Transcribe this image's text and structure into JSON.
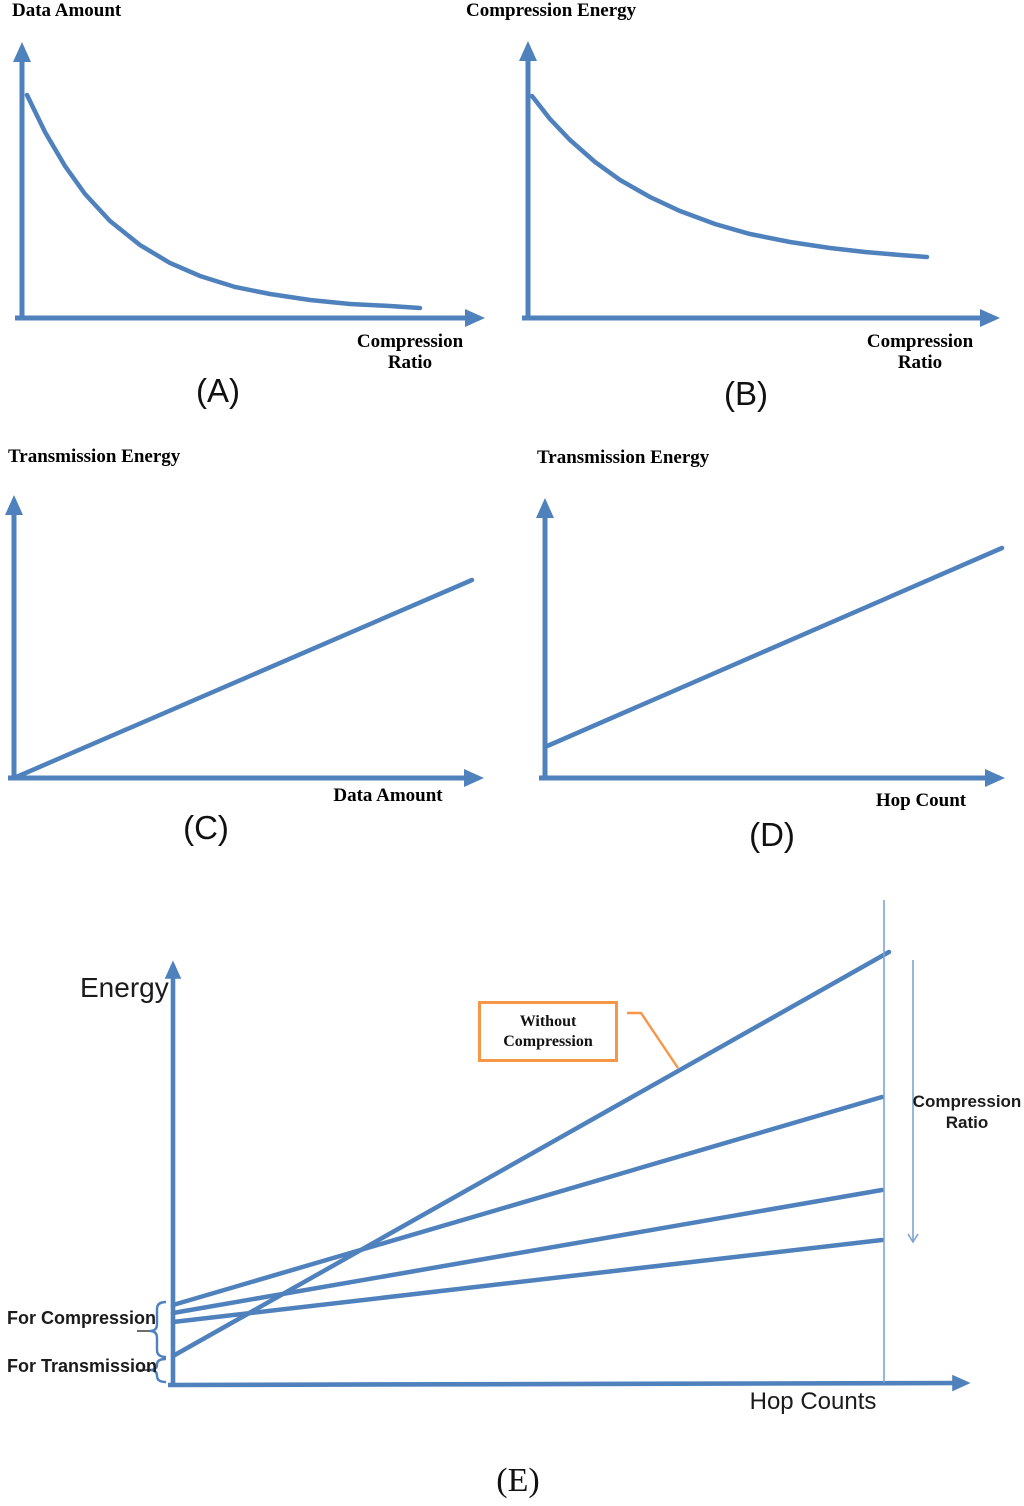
{
  "colors": {
    "accent_blue": "#4f81bd",
    "light_blue": "#7ea3d1",
    "orange": "#f79646",
    "label_black": "#1b1b1b",
    "tick_gray": "#3a3a3a"
  },
  "chart_data": [
    {
      "id": "A",
      "type": "line",
      "ylabel": "Data Amount",
      "xlabel": "Compression Ratio",
      "xlabel_lines": [
        "Compression",
        "Ratio"
      ],
      "caption": "(A)",
      "trend": "data amount decreases convexly toward zero as compression ratio increases",
      "axis_ticks": "none",
      "axis": {
        "origin": [
          22,
          318
        ],
        "x_start": 15,
        "x_end": [
          480,
          318
        ],
        "y_end": [
          22,
          47
        ],
        "width": 5
      },
      "series": [
        {
          "name": "data_amount_curve",
          "width": 4.5,
          "points": [
            [
              27,
              95
            ],
            [
              45,
              132
            ],
            [
              65,
              166
            ],
            [
              85,
              194
            ],
            [
              110,
              221
            ],
            [
              140,
              245
            ],
            [
              170,
              263
            ],
            [
              200,
              276
            ],
            [
              235,
              287
            ],
            [
              270,
              294
            ],
            [
              310,
              300
            ],
            [
              350,
              304
            ],
            [
              390,
              306
            ],
            [
              420,
              308
            ]
          ]
        }
      ]
    },
    {
      "id": "B",
      "type": "line",
      "ylabel": "Compression Energy",
      "xlabel": "Compression Ratio",
      "xlabel_lines": [
        "Compression",
        "Ratio"
      ],
      "caption": "(B)",
      "trend": "compression energy decreases convexly and levels off at a positive floor",
      "axis_ticks": "none",
      "axis": {
        "origin": [
          528,
          318
        ],
        "x_start": 522,
        "x_end": [
          995,
          318
        ],
        "y_end": [
          528,
          46
        ],
        "width": 5
      },
      "series": [
        {
          "name": "compression_energy_curve",
          "width": 4.5,
          "points": [
            [
              532,
              96
            ],
            [
              550,
              119
            ],
            [
              570,
              140
            ],
            [
              595,
              162
            ],
            [
              620,
              180
            ],
            [
              650,
              197
            ],
            [
              680,
              211
            ],
            [
              715,
              224
            ],
            [
              750,
              234
            ],
            [
              790,
              242
            ],
            [
              830,
              248
            ],
            [
              865,
              252
            ],
            [
              900,
              255
            ],
            [
              927,
              257
            ]
          ]
        }
      ]
    },
    {
      "id": "C",
      "type": "line",
      "ylabel": "Transmission Energy",
      "xlabel": "Data Amount",
      "caption": "(C)",
      "trend": "transmission energy grows linearly from the origin with data amount",
      "axis_ticks": "none",
      "axis": {
        "origin": [
          14,
          778
        ],
        "x_start": 8,
        "x_end": [
          479,
          778
        ],
        "y_end": [
          14,
          500
        ],
        "width": 5
      },
      "series": [
        {
          "name": "transmission_energy_line",
          "width": 4.5,
          "points": [
            [
              14,
              778
            ],
            [
              472,
              580
            ]
          ]
        }
      ]
    },
    {
      "id": "D",
      "type": "line",
      "ylabel": "Transmission Energy",
      "xlabel": "Hop Count",
      "caption": "(D)",
      "trend": "transmission energy grows linearly with hop count from a positive intercept",
      "axis_ticks": "none",
      "axis": {
        "origin": [
          545,
          778
        ],
        "x_start": 539,
        "x_end": [
          1000,
          778
        ],
        "y_end": [
          545,
          503
        ],
        "width": 5
      },
      "series": [
        {
          "name": "transmission_energy_line",
          "width": 4.5,
          "points": [
            [
              545,
              747
            ],
            [
              1002,
              548
            ]
          ]
        }
      ]
    },
    {
      "id": "E",
      "type": "line",
      "ylabel": "Energy",
      "xlabel": "Hop Counts",
      "caption": "(E)",
      "trend": "four straight energy-vs-hop-count lines: the uncompressed line starts lowest (transmission offset only) with steepest slope; increasing compression ratio raises the intercept (compression energy) and lowers the slope",
      "axis_ticks": "none",
      "axis": {
        "origin": [
          173,
          1385
        ],
        "x_start": 168,
        "x_end": [
          966,
          1383
        ],
        "y_end": [
          173,
          965
        ],
        "width": 4.6
      },
      "series": [
        {
          "name": "without_compression",
          "width": 4.5,
          "points": [
            [
              173,
              1356
            ],
            [
              889,
              952
            ]
          ]
        },
        {
          "name": "compressed_ratio_low",
          "width": 4.5,
          "points": [
            [
              173,
              1305
            ],
            [
              882,
              1097
            ]
          ]
        },
        {
          "name": "compressed_ratio_mid",
          "width": 4.5,
          "points": [
            [
              173,
              1313
            ],
            [
              882,
              1190
            ]
          ]
        },
        {
          "name": "compressed_ratio_high",
          "width": 4.5,
          "points": [
            [
              173,
              1322
            ],
            [
              882,
              1240
            ]
          ]
        }
      ],
      "annotations": {
        "callout": {
          "text": "Without Compression",
          "lines": [
            "Without",
            "Compression"
          ]
        },
        "arrow_label": {
          "text": "Compression Ratio",
          "lines": [
            "Compression",
            "Ratio"
          ]
        },
        "brace_top_label": "For Compression",
        "brace_bottom_label": "For Transmission"
      },
      "extras": {
        "vline": {
          "x": 884,
          "y1": 900,
          "y2": 1383,
          "width": 1.6
        },
        "down_arrow": {
          "x": 913,
          "y1": 960,
          "y2": 1242,
          "width": 1.6
        },
        "braces": [
          {
            "x": 166,
            "y1": 1302,
            "y2": 1357,
            "nub_y": 1331
          },
          {
            "x": 166,
            "y1": 1359,
            "y2": 1382,
            "nub_y": 1370
          }
        ],
        "ticks": [
          [
            137,
            1331,
            150,
            1331
          ],
          [
            137,
            1370,
            151,
            1370
          ]
        ],
        "callout_connector": [
          [
            627,
            1013
          ],
          [
            641,
            1013
          ],
          [
            678,
            1068
          ]
        ]
      }
    }
  ]
}
